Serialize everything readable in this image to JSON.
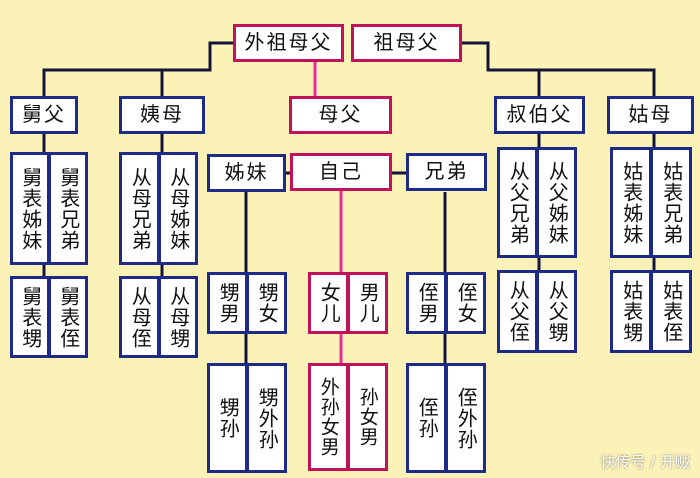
{
  "colors": {
    "line": "#14143a",
    "maternal_line": "#e52ea0",
    "box_border": "#1d2a86",
    "highlight_border": "#c0125a",
    "background": "#fbf2b8"
  },
  "nodes": {
    "maternal_grandparents": "外祖母父",
    "paternal_grandparents": "祖母父",
    "maternal_uncle": "舅父",
    "maternal_aunt": "姨母",
    "parents": "母父",
    "paternal_uncles": "叔伯父",
    "paternal_aunt": "姑母",
    "sisters": "姊妹",
    "self": "自己",
    "brothers": "兄弟",
    "cousin_mu_sisters": "舅表姊妹",
    "cousin_mu_brothers": "舅表兄弟",
    "cousin_yi_brothers": "从母兄弟",
    "cousin_yi_sisters": "从母姊妹",
    "cousin_shu_brothers": "从父兄弟",
    "cousin_shu_sisters": "从父姊妹",
    "cousin_gu_sisters": "姑表姊妹",
    "cousin_gu_brothers": "姑表兄弟",
    "mu_nephew_sister_son": "舅表甥",
    "mu_nephew_brother_son": "舅表侄",
    "yi_nephew_brother_son": "从母侄",
    "yi_nephew_sister_son": "从母甥",
    "sister_son": "甥男",
    "sister_daughter": "甥女",
    "daughter": "女儿",
    "son": "男儿",
    "brother_son": "侄男",
    "brother_daughter": "侄女",
    "shu_nephew_brother_son": "从父侄",
    "shu_nephew_sister_son": "从父甥",
    "gu_nephew_sister_son": "姑表甥",
    "gu_nephew_brother_son": "姑表侄",
    "sister_grandson": "甥孙",
    "sister_outer_grandson": "甥外孙",
    "daughter_grandson": "外孙女男",
    "son_granddaughter_grandson": "孙女男",
    "brother_grandson": "侄孙",
    "brother_outer_grandson": "侄外孙"
  },
  "watermark": "快传号 / 开贼"
}
